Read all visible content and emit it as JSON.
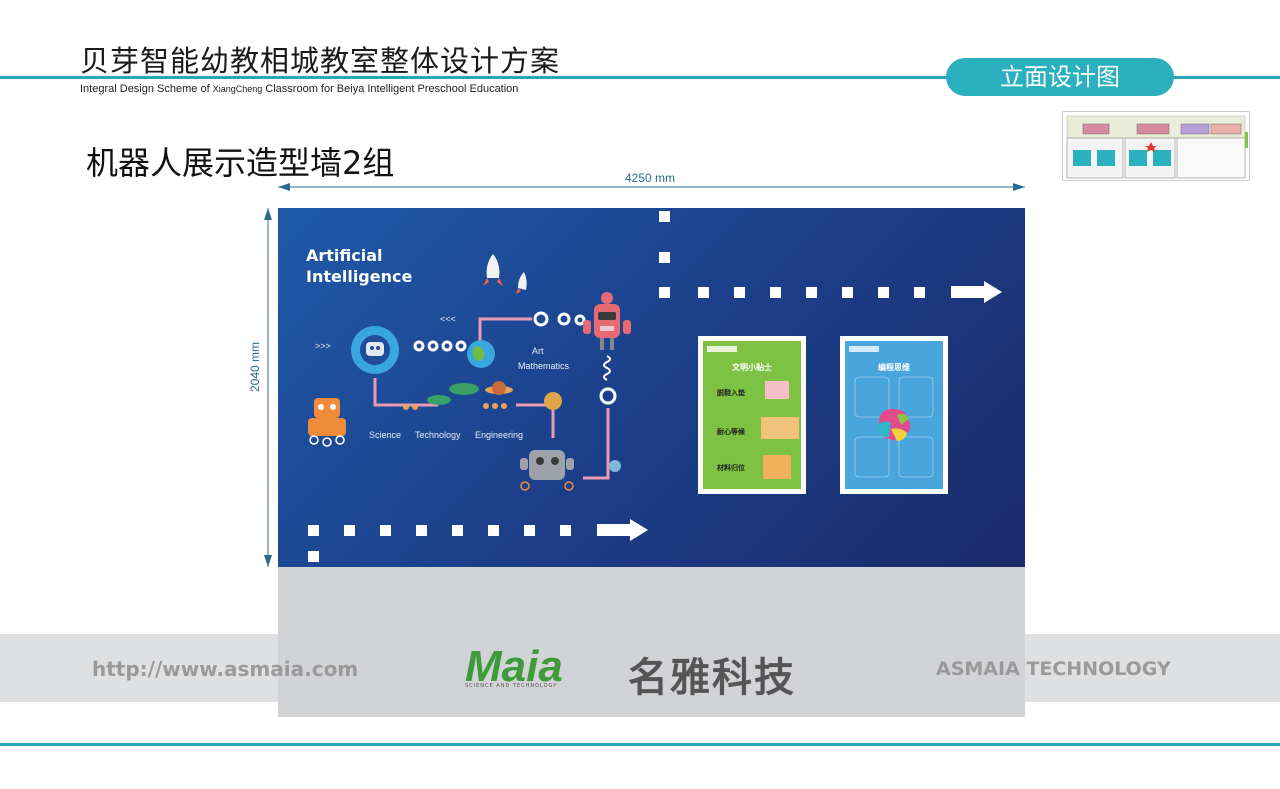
{
  "header": {
    "title_cn": "贝芽智能幼教相城教室整体设计方案",
    "title_en_prefix": "Integral Design Scheme of ",
    "title_en_place": "XiangCheng",
    "title_en_suffix": " Classroom for Beiya Intelligent Preschool Education",
    "badge": "立面设计图"
  },
  "section_title": "机器人展示造型墙2组",
  "dimensions": {
    "width_label": "4250 mm",
    "height_label": "2040 mm"
  },
  "wall": {
    "ai_title_line1": "Artificial",
    "ai_title_line2": "Intelligence",
    "arrows_left": ">>>",
    "arrows_top": "<<<",
    "label_art": "Art",
    "label_math": "Mathematics",
    "label_science": "Science",
    "label_technology": "Technology",
    "label_engineering": "Engineering"
  },
  "posters": {
    "green": {
      "title": "文明小贴士",
      "items": [
        "脱鞋入垫",
        "耐心等候",
        "材料归位"
      ],
      "color": "#7dc242"
    },
    "blue": {
      "title": "编程思维",
      "color": "#4aa5dc"
    }
  },
  "watermark": {
    "url": "http://www.asmaia.com",
    "logo": "Maia",
    "brand_cn": "名雅科技",
    "brand_en": "ASMAIA TECHNOLOGY"
  },
  "colors": {
    "accent": "#2ab0bf",
    "panel": "#1c3f8a"
  }
}
